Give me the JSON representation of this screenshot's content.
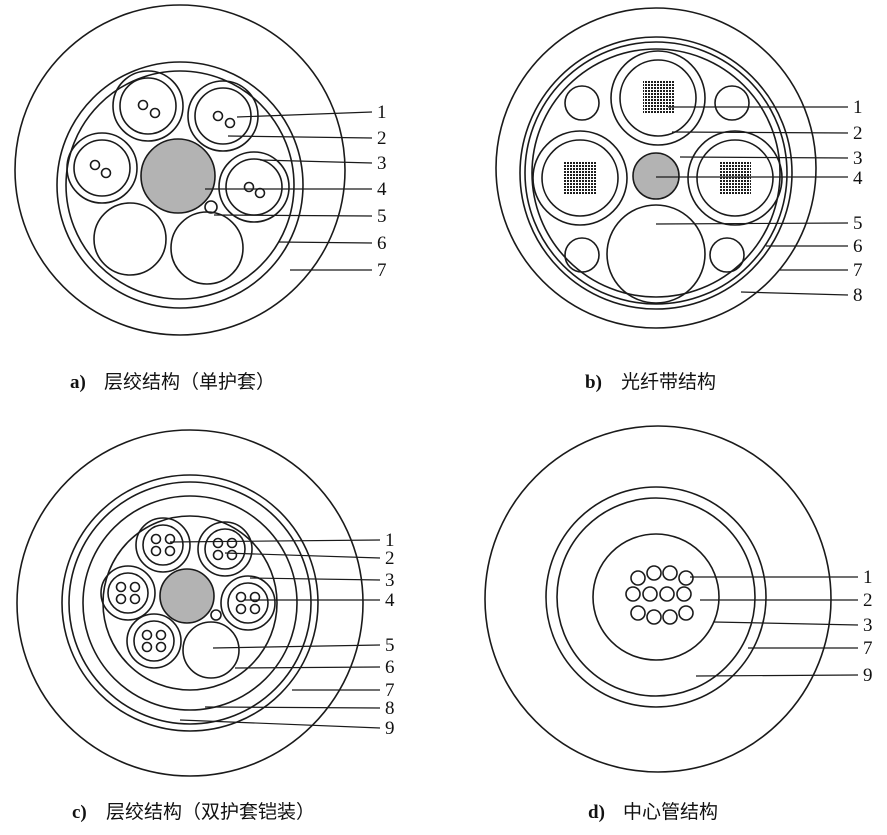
{
  "panels": [
    {
      "id": "a",
      "caption_letter": "a)",
      "caption_text": "层绞结构（单护套）",
      "labels": [
        "1",
        "2",
        "3",
        "4",
        "5",
        "6",
        "7"
      ]
    },
    {
      "id": "b",
      "caption_letter": "b)",
      "caption_text": "光纤带结构",
      "labels": [
        "1",
        "2",
        "3",
        "4",
        "5",
        "6",
        "7",
        "8"
      ]
    },
    {
      "id": "c",
      "caption_letter": "c)",
      "caption_text": "层绞结构（双护套铠装）",
      "labels": [
        "1",
        "2",
        "3",
        "4",
        "5",
        "6",
        "7",
        "8",
        "9"
      ]
    },
    {
      "id": "d",
      "caption_letter": "d)",
      "caption_text": "中心管结构",
      "labels": [
        "1",
        "2",
        "3",
        "7",
        "9"
      ]
    }
  ],
  "colors": {
    "stroke": "#1a1a1a",
    "strength_member": "#b3b3b3",
    "ribbon_stack": "#2a2a2a",
    "background": "#ffffff"
  }
}
